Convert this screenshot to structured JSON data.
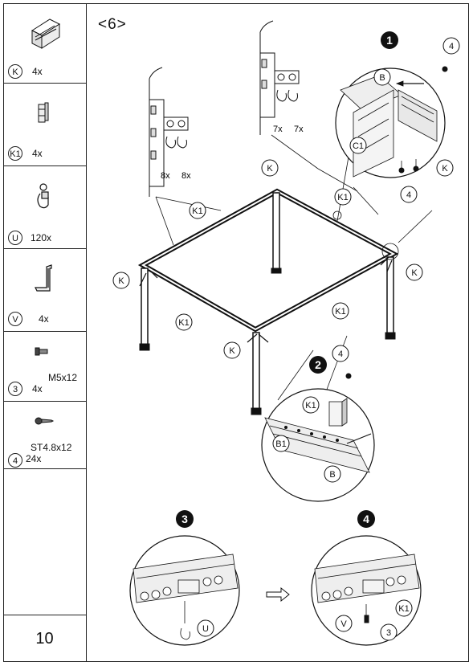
{
  "step_label": "<6>",
  "page_number": "10",
  "parts": [
    {
      "id": "K",
      "qty": "4x",
      "spec": ""
    },
    {
      "id": "K1",
      "qty": "4x",
      "spec": ""
    },
    {
      "id": "U",
      "qty": "120x",
      "spec": ""
    },
    {
      "id": "V",
      "qty": "4x",
      "spec": ""
    },
    {
      "id": "3",
      "qty": "4x",
      "spec": "M5x12"
    },
    {
      "id": "4",
      "qty": "24x",
      "spec": "ST4.8x12"
    }
  ],
  "details": {
    "numbers": [
      "1",
      "2",
      "3",
      "4"
    ],
    "hook_counts": {
      "left_a": "8x",
      "left_b": "8x",
      "right_a": "7x",
      "right_b": "7x"
    },
    "callouts": {
      "K": "K",
      "K1": "K1",
      "B": "B",
      "B1": "B1",
      "C1": "C1",
      "U": "U",
      "V": "V",
      "screw3": "3",
      "screw4": "4"
    }
  },
  "colors": {
    "ink": "#111111",
    "frame": "#222222",
    "shade": "#bbbbbb"
  }
}
